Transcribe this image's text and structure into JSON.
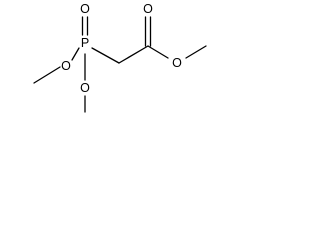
{
  "molecule": {
    "atoms": {
      "phosphorus": "P",
      "phosphoryl_oxygen": "O",
      "ester_oxygen_upper": "O",
      "ester_oxygen_lower": "O",
      "carbonyl_oxygen": "O",
      "ester_oxygen_right": "O"
    }
  }
}
